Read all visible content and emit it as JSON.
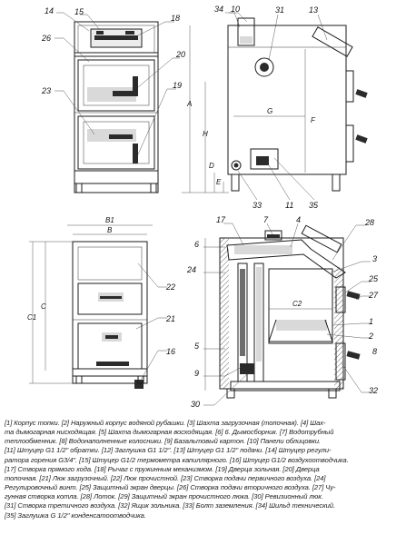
{
  "callouts": {
    "front_view": [
      "14",
      "15",
      "18",
      "26",
      "20",
      "23",
      "19"
    ],
    "side_view": [
      "34",
      "10",
      "31",
      "13",
      "33",
      "11",
      "35"
    ],
    "top_view": [
      "22",
      "21",
      "16"
    ],
    "section_view": [
      "17",
      "7",
      "4",
      "28",
      "6",
      "3",
      "25",
      "27",
      "24",
      "1",
      "2",
      "8",
      "5",
      "9",
      "32",
      "30"
    ]
  },
  "dimensions": {
    "side_view": [
      "A",
      "H",
      "G",
      "F",
      "D",
      "E"
    ],
    "top_view": [
      "B1",
      "B",
      "C1",
      "C"
    ],
    "section_view": [
      "C2"
    ]
  },
  "legend": {
    "lines": [
      "[1] Корпус топки. [2] Наружный корпус водяной рубашки. [3] Шахта загрузочная (топочная). [4] Шах-",
      "та дымогарная нисходящая. [5] Шахта дымогарная восходящая. [6] 6. Дымосборник. [7] Водотрубный",
      "теплообменник. [8] Водонаполненные колосники. [9] Базальтовый картон. [10] Панели облицовки.",
      "[11] Штуцер G1 1/2\" обратки. [12] Заглушка G1 1/2\". [13] Штуцер G1 1/2\" подачи. [14] Штуцер регули-",
      "ратора горения G3/4\". [15] Штуцер G1/2 термометра капиллярного. [16] Штуцер G1/2 воздухоотводчика.",
      "[17] Створка прямого хода. [18] Рычаг с пружинным механизмом. [19] Дверца зольная. [20] Дверца",
      "топочная. [21] Люк загрузочный. [22] Люк прочистной. [23] Створка подачи первичного воздуха. [24]",
      "Регулировочный винт. [25] Защитный экран дверцы. [26] Створка подачи вторичного воздуха. [27] Чу-",
      "гунная створка котла. [28] Лоток. [29] Защитный экран прочистного люка. [30] Ревизионный люк.",
      "[31] Створка третичного воздуха. [32] Ящик зольника. [33] Болт заземления. [34] Шильд технический.",
      "[35] Заглушка G 1/2\" конденсатоотводчика."
    ]
  },
  "colors": {
    "line": "#1b1b1b",
    "shade_dark": "#2b2b2b",
    "shade_mid": "#6e6e6e",
    "shade_light": "#d9d9d9"
  }
}
